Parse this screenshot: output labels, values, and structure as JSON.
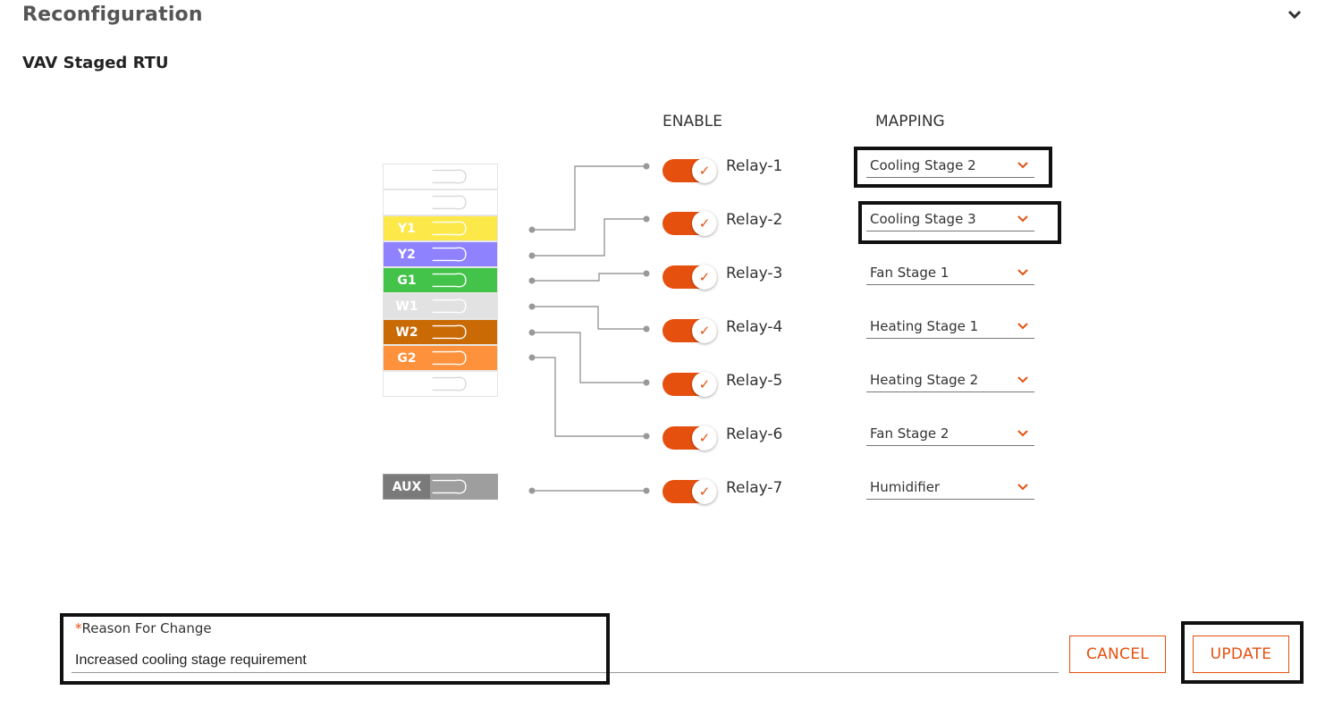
{
  "header": {
    "title": "Reconfiguration",
    "collapse_icon": "chevron-down-icon"
  },
  "subtitle": "VAV Staged RTU",
  "columns": {
    "enable": "ENABLE",
    "mapping": "MAPPING"
  },
  "terminals": [
    {
      "label": "",
      "color": "#ffffff"
    },
    {
      "label": "",
      "color": "#ffffff"
    },
    {
      "label": "Y1",
      "color": "#fde84a"
    },
    {
      "label": "Y2",
      "color": "#8e82ff"
    },
    {
      "label": "G1",
      "color": "#44c34a"
    },
    {
      "label": "W1",
      "color": "#e2e2e2"
    },
    {
      "label": "W2",
      "color": "#c96a05"
    },
    {
      "label": "G2",
      "color": "#fd913c"
    },
    {
      "label": "",
      "color": "#ffffff"
    }
  ],
  "aux_terminal": {
    "label": "AUX",
    "color": "#9e9e9e"
  },
  "relays": [
    {
      "label": "Relay-1",
      "enabled": true,
      "mapping": "Cooling Stage 2"
    },
    {
      "label": "Relay-2",
      "enabled": true,
      "mapping": "Cooling Stage 3"
    },
    {
      "label": "Relay-3",
      "enabled": true,
      "mapping": "Fan Stage 1"
    },
    {
      "label": "Relay-4",
      "enabled": true,
      "mapping": "Heating Stage 1"
    },
    {
      "label": "Relay-5",
      "enabled": true,
      "mapping": "Heating Stage 2"
    },
    {
      "label": "Relay-6",
      "enabled": true,
      "mapping": "Fan Stage 2"
    },
    {
      "label": "Relay-7",
      "enabled": true,
      "mapping": "Humidifier"
    }
  ],
  "form": {
    "reason_required_mark": "*",
    "reason_label": "Reason For Change",
    "reason_value": "Increased cooling stage requirement",
    "cancel_label": "CANCEL",
    "update_label": "UPDATE"
  },
  "colors": {
    "accent": "#e6500f",
    "highlight_border": "#111111"
  }
}
